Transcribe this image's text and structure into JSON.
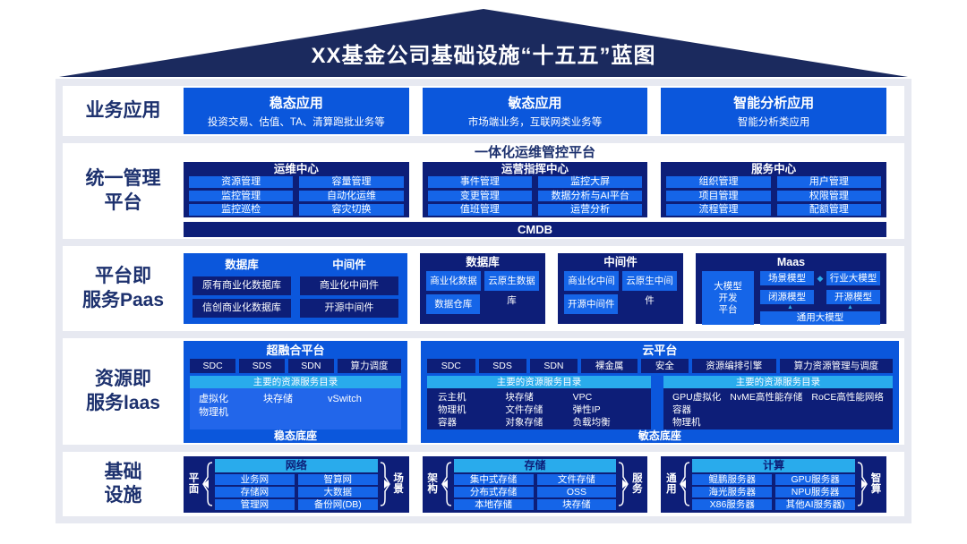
{
  "colors": {
    "roof": "#1b2a5e",
    "navy": "#0d1e78",
    "blue": "#0b57dc",
    "cell_blue": "#1565e8",
    "cyan": "#29abec",
    "label_navy": "#1d316e",
    "backdrop": "#e7e9f1"
  },
  "roof": {
    "title": "XX基金公司基础设施“十五五”蓝图"
  },
  "rows": {
    "business": {
      "label": "业务应用",
      "boxes": [
        {
          "title": "稳态应用",
          "subtitle": "投资交易、估值、TA、清算跑批业务等"
        },
        {
          "title": "敏态应用",
          "subtitle": "市场端业务，互联网类业务等"
        },
        {
          "title": "智能分析应用",
          "subtitle": "智能分析类应用"
        }
      ]
    },
    "management": {
      "label": "统一管理\n平台",
      "platform_title": "一体化运维管控平台",
      "centers": [
        {
          "title": "运维中心",
          "cells": [
            "资源管理",
            "容量管理",
            "监控管理",
            "自动化运维",
            "监控巡检",
            "容灾切换"
          ]
        },
        {
          "title": "运营指挥中心",
          "cells": [
            "事件管理",
            "监控大屏",
            "变更管理",
            "数据分析与AI平台",
            "值班管理",
            "运营分析"
          ]
        },
        {
          "title": "服务中心",
          "cells": [
            "组织管理",
            "用户管理",
            "项目管理",
            "权限管理",
            "流程管理",
            "配额管理"
          ]
        }
      ],
      "cmdb": "CMDB"
    },
    "paas": {
      "label": "平台即\n服务Paas",
      "legacy": {
        "col1_title": "数据库",
        "col1_cells": [
          "原有商业化数据库",
          "信创商业化数据库"
        ],
        "col2_title": "中间件",
        "col2_cells": [
          "商业化中间件",
          "开源中间件"
        ]
      },
      "database": {
        "title": "数据库",
        "cells": [
          "商业化数据库",
          "云原生数据库",
          "数据仓库"
        ]
      },
      "middleware": {
        "title": "中间件",
        "cells": [
          "商业化中间件",
          "云原生中间件",
          "开源中间件"
        ]
      },
      "maas": {
        "title": "Maas",
        "dev_platform": "大模型\n开发\n平台",
        "scene": "场景模型",
        "industry": "行业大模型",
        "closed": "闭源模型",
        "open": "开源模型",
        "general": "通用大模型",
        "arrow_h": "◆",
        "arrow_up": "▲"
      }
    },
    "iaas": {
      "label": "资源即\n服务laas",
      "hci": {
        "title": "超融合平台",
        "chips": [
          "SDC",
          "SDS",
          "SDN",
          "算力调度"
        ],
        "catalog_title": "主要的资源服务目录",
        "columns": [
          "虚拟化\n物理机",
          "块存储",
          "vSwitch"
        ],
        "footer": "稳态底座"
      },
      "cloud": {
        "title": "云平台",
        "chips": [
          "SDC",
          "SDS",
          "SDN",
          "裸金属",
          "安全",
          "资源编排引擎",
          "算力资源管理与调度"
        ],
        "panel_a": {
          "title": "主要的资源服务目录",
          "columns": [
            "云主机\n物理机\n容器",
            "块存储\n文件存储\n对象存储",
            "VPC\n弹性IP\n负载均衡"
          ]
        },
        "panel_b": {
          "title": "主要的资源服务目录",
          "line1": [
            "GPU虚拟化",
            "NvME高性能存储",
            "RoCE高性能网络"
          ],
          "line2": "容器",
          "line3": "物理机"
        },
        "footer": "敏态底座"
      }
    },
    "infra": {
      "label": "基础\n设施",
      "groups": [
        {
          "left": "平\n面",
          "title": "网络",
          "cells": [
            "业务网",
            "智算网",
            "存储网",
            "大数据",
            "管理网",
            "备份网(DB)"
          ],
          "right": "场\n景"
        },
        {
          "left": "架\n构",
          "title": "存储",
          "cells": [
            "集中式存储",
            "文件存储",
            "分布式存储",
            "OSS",
            "本地存储",
            "块存储"
          ],
          "right": "服\n务"
        },
        {
          "left": "通\n用",
          "title": "计算",
          "cells": [
            "鲲鹏服务器",
            "GPU服务器",
            "海光服务器",
            "NPU服务器",
            "X86服务器",
            "其他AI服务器)"
          ],
          "right": "智\n算"
        }
      ]
    }
  }
}
